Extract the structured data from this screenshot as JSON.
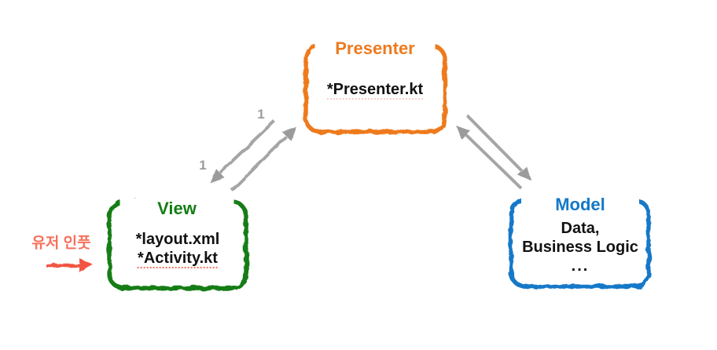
{
  "colors": {
    "presenter": "#EE7A1E",
    "view": "#157D15",
    "model": "#1478C8",
    "arrow_gray": "#A5A5A5",
    "arrowhead_gray": "#9B9B9B",
    "edge_label_gray": "#9C9C9C",
    "user_input_text": "#F8705C",
    "user_input_arrow": "#F25543",
    "body_text": "#111111"
  },
  "nodes": {
    "presenter": {
      "title": "Presenter",
      "lines": [
        "*Presenter.kt"
      ]
    },
    "view": {
      "title": "View",
      "lines": [
        "*layout.xml",
        "*Activity.kt"
      ]
    },
    "model": {
      "title": "Model",
      "lines": [
        "Data,",
        "Business Logic",
        "..."
      ]
    }
  },
  "edges": {
    "presenter_view": {
      "labels": [
        "1",
        "1"
      ]
    },
    "presenter_model": {
      "labels": []
    }
  },
  "annotations": {
    "user_input_label": "유저 인풋"
  }
}
